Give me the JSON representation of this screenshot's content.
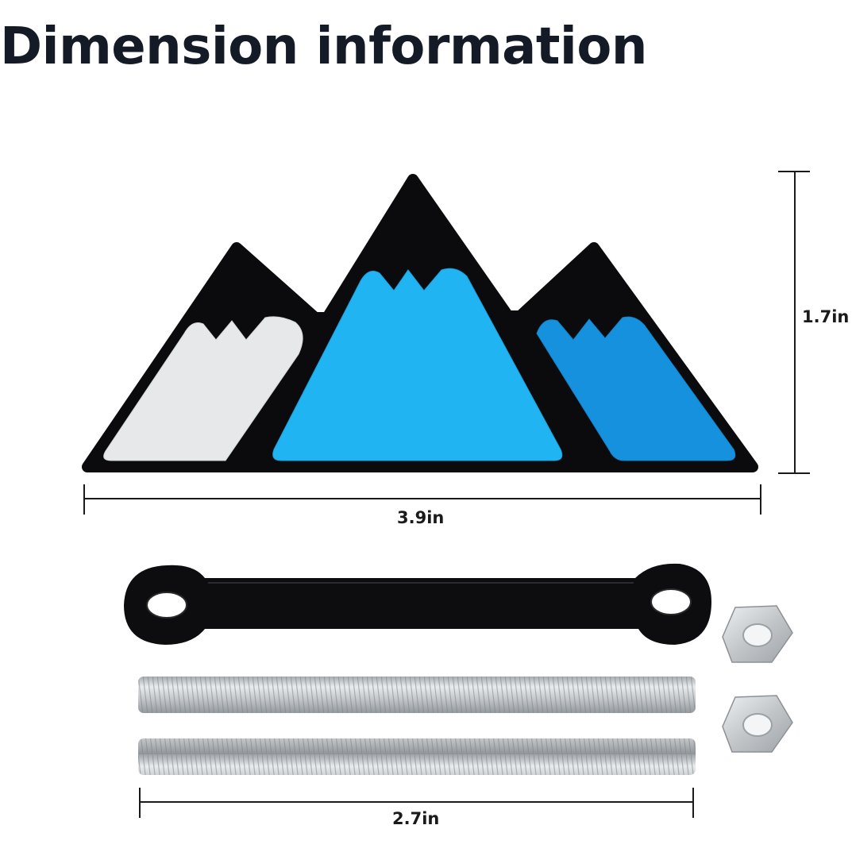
{
  "title": "Dimension information",
  "dimensions": {
    "width": "3.9in",
    "height": "1.7in",
    "rod_length": "2.7in"
  },
  "colors": {
    "title": "#141a26",
    "emblem_black": "#0b0b0d",
    "peak_left": "#e6e8ea",
    "peak_center": "#21b4f2",
    "peak_right": "#1591de",
    "rod": "#c9ccce",
    "nut": "#c4c8cb"
  }
}
